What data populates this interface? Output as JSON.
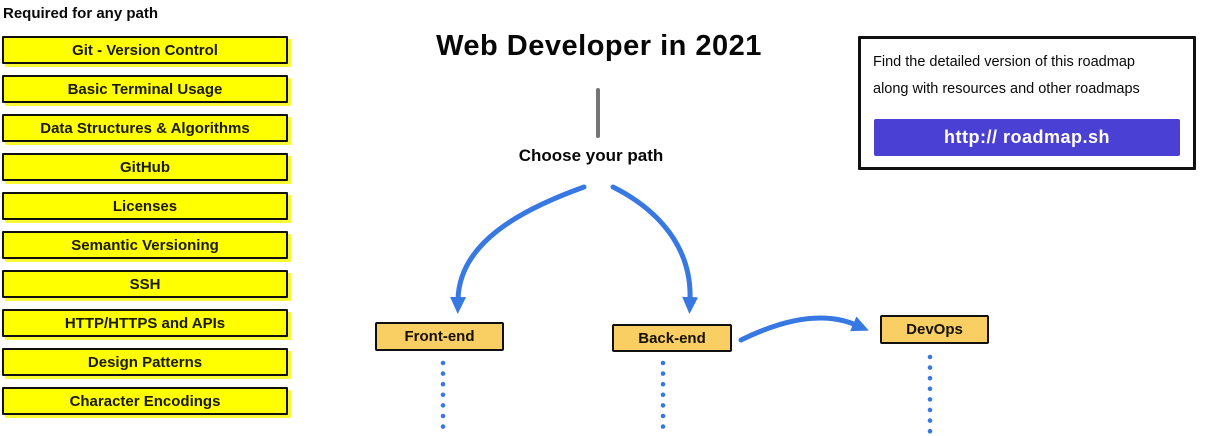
{
  "colors": {
    "required_box_fill": "#FFFF00",
    "path_box_fill": "#F9CE63",
    "arrow_blue": "#3778E3",
    "button_purple": "#4B40D4",
    "connector_gray": "#757575"
  },
  "required": {
    "heading": "Required for any path",
    "items": [
      "Git - Version Control",
      "Basic Terminal Usage",
      "Data Structures & Algorithms",
      "GitHub",
      "Licenses",
      "Semantic Versioning",
      "SSH",
      "HTTP/HTTPS and APIs",
      "Design Patterns",
      "Character Encodings"
    ]
  },
  "header": {
    "title": "Web Developer in 2021",
    "choose_label": "Choose your path"
  },
  "paths": {
    "frontend": "Front-end",
    "backend": "Back-end",
    "devops": "DevOps"
  },
  "info_box": {
    "line1": "Find the detailed version of this roadmap",
    "line2": "along with resources and other roadmaps",
    "button_label": "http:// roadmap.sh"
  }
}
